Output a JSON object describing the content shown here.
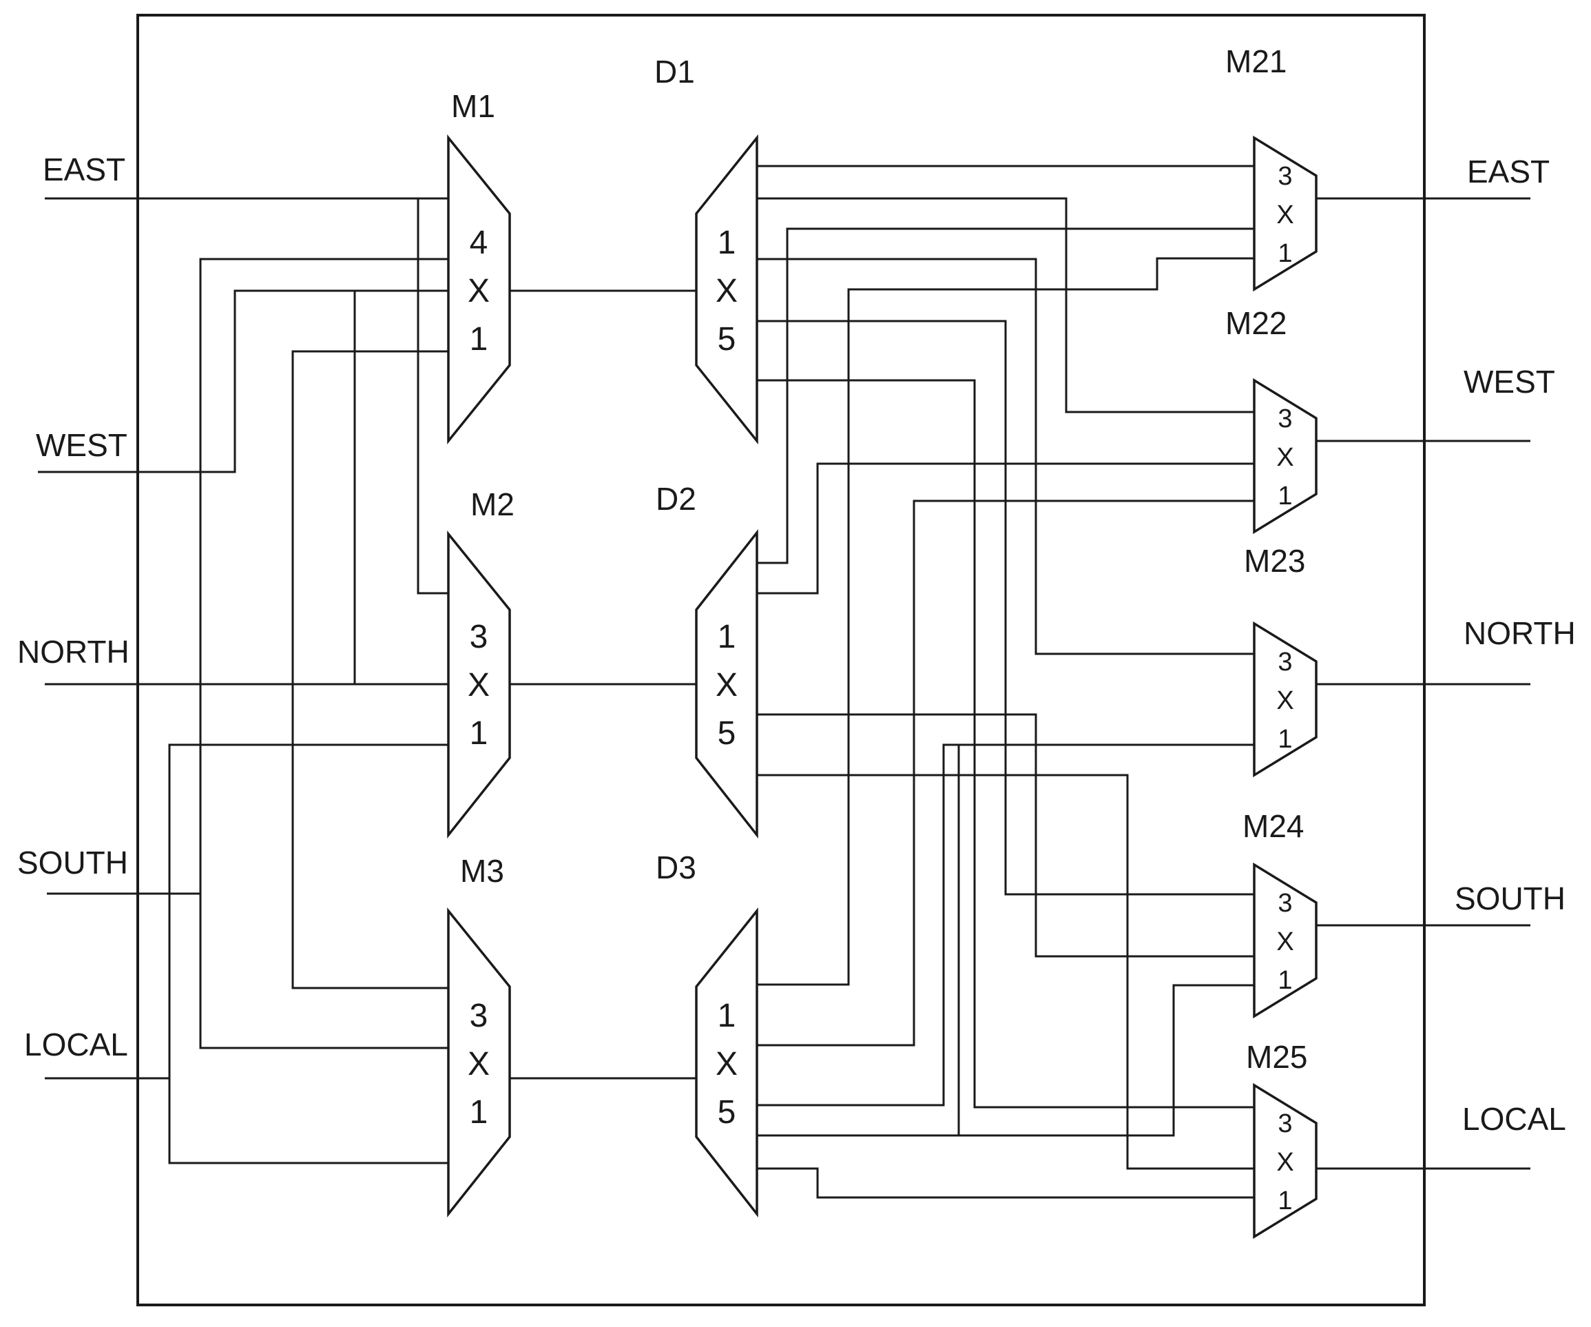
{
  "inputs": [
    "EAST",
    "WEST",
    "NORTH",
    "SOUTH",
    "LOCAL"
  ],
  "outputs": [
    "EAST",
    "WEST",
    "NORTH",
    "SOUTH",
    "LOCAL"
  ],
  "input_muxes": [
    {
      "name": "M1",
      "size": [
        "4",
        "X",
        "1"
      ]
    },
    {
      "name": "M2",
      "size": [
        "3",
        "X",
        "1"
      ]
    },
    {
      "name": "M3",
      "size": [
        "3",
        "X",
        "1"
      ]
    }
  ],
  "demuxes": [
    {
      "name": "D1",
      "size": [
        "1",
        "X",
        "5"
      ]
    },
    {
      "name": "D2",
      "size": [
        "1",
        "X",
        "5"
      ]
    },
    {
      "name": "D3",
      "size": [
        "1",
        "X",
        "5"
      ]
    }
  ],
  "output_muxes": [
    {
      "name": "M21",
      "size": [
        "3",
        "X",
        "1"
      ]
    },
    {
      "name": "M22",
      "size": [
        "3",
        "X",
        "1"
      ]
    },
    {
      "name": "M23",
      "size": [
        "3",
        "X",
        "1"
      ]
    },
    {
      "name": "M24",
      "size": [
        "3",
        "X",
        "1"
      ]
    },
    {
      "name": "M25",
      "size": [
        "3",
        "X",
        "1"
      ]
    }
  ]
}
